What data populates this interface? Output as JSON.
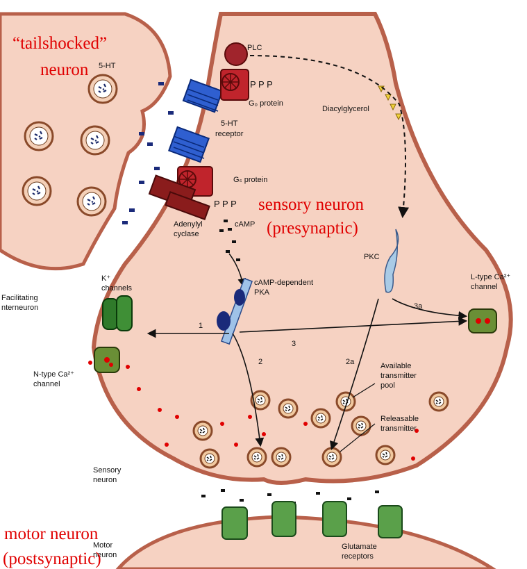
{
  "overlay_labels": {
    "tailshocked_line1": "“tailshocked”",
    "tailshocked_line2": "neuron",
    "sensory_line1": "sensory neuron",
    "sensory_line2": "(presynaptic)",
    "motor_line1": "motor neuron",
    "motor_line2": "(postsynaptic)"
  },
  "labels": {
    "ht": "5-HT",
    "plc": "PLC",
    "ppp": "P P P",
    "go_protein": "G₀ protein",
    "ht_receptor_1": "5-HT",
    "ht_receptor_2": "receptor",
    "diacylglycerol": "Diacylglycerol",
    "gs_protein": "Gₛ protein",
    "adenylyl_1": "Adenylyl",
    "adenylyl_2": "cyclase",
    "camp": "cAMP",
    "pkc": "PKC",
    "pka_1": "cAMP-dependent",
    "pka_2": "PKA",
    "k_channels_1": "K⁺",
    "k_channels_2": "channels",
    "ltype_1": "L-type Ca²⁺",
    "ltype_2": "channel",
    "facilitating_1": "Facilitating",
    "facilitating_2": "nterneuron",
    "ntype_1": "N-type Ca²⁺",
    "ntype_2": "channel",
    "available_1": "Available",
    "available_2": "transmitter",
    "available_3": "pool",
    "releasable_1": "Releasable",
    "releasable_2": "transmitter",
    "sensory_small_1": "Sensory",
    "sensory_small_2": "neuron",
    "motor_small_1": "Motor",
    "motor_small_2": "neuron",
    "glutamate_1": "Glutamate",
    "glutamate_2": "receptors"
  },
  "pathways": {
    "p1": "1",
    "p2": "2",
    "p2a": "2a",
    "p3": "3",
    "p3a": "3a"
  },
  "colors": {
    "cell_fill": "#f6d2c2",
    "membrane": "#b8604a",
    "receptor_blue": "#2f5fd0",
    "g_protein_red": "#c0242c",
    "channel_green": "#2f7a2a",
    "highlight_red": "#e00000",
    "vesicle_fill": "#f1c9a0"
  }
}
